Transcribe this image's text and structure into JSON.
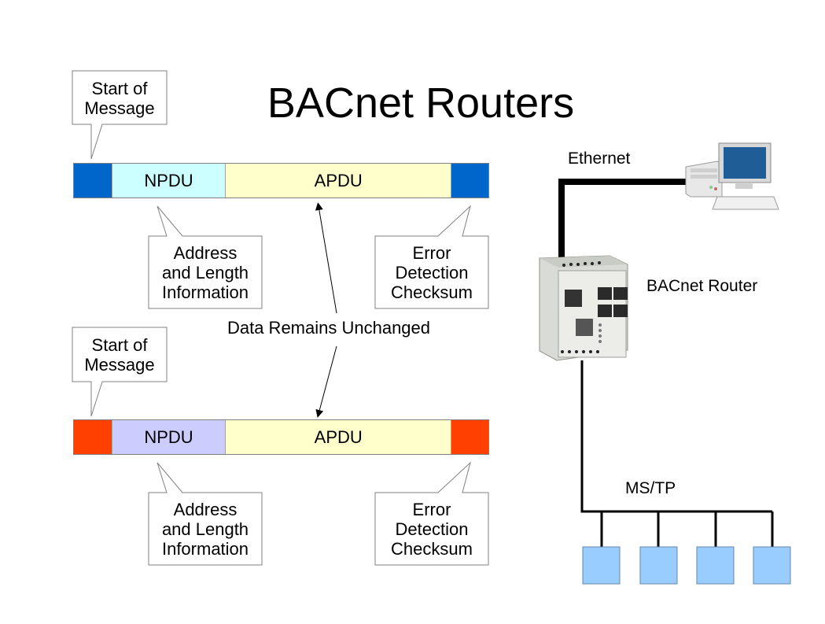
{
  "slide": {
    "title": "BACnet Routers"
  },
  "frame_top": {
    "npdu_label": "NPDU",
    "apdu_label": "APDU",
    "colors": {
      "start": "#0066cc",
      "npdu": "#ccffff",
      "apdu": "#ffffcc",
      "end": "#0066cc"
    }
  },
  "frame_bottom": {
    "npdu_label": "NPDU",
    "apdu_label": "APDU",
    "colors": {
      "start": "#ff4000",
      "npdu": "#ccccff",
      "apdu": "#ffffcc",
      "end": "#ff4000"
    }
  },
  "callouts": {
    "start_top": [
      "Start of",
      "Message"
    ],
    "addr_top": [
      "Address",
      "and Length",
      "Information"
    ],
    "error_top": [
      "Error",
      "Detection",
      "Checksum"
    ],
    "start_bottom": [
      "Start of",
      "Message"
    ],
    "addr_bottom": [
      "Address",
      "and Length",
      "Information"
    ],
    "error_bottom": [
      "Error",
      "Detection",
      "Checksum"
    ]
  },
  "middle_label": "Data Remains Unchanged",
  "network": {
    "ethernet_label": "Ethernet",
    "router_label": "BACnet Router",
    "mstp_label": "MS/TP",
    "device_count": 4,
    "device_color": "#99ccff"
  }
}
